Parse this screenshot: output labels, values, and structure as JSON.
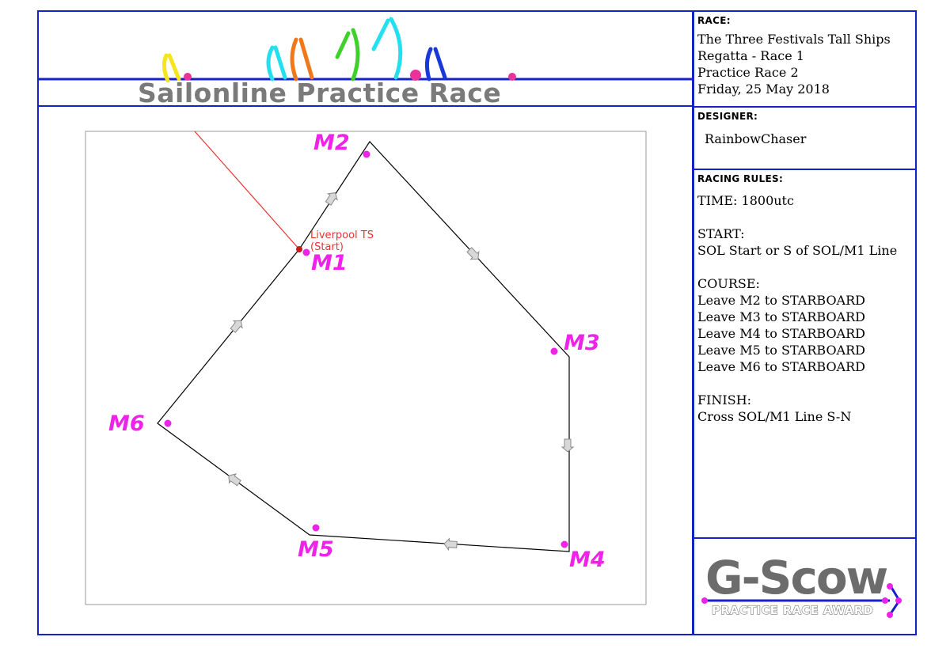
{
  "header": {
    "title": "Sailonline Practice Race"
  },
  "race": {
    "heading": "RACE:",
    "lines": [
      "The Three Festivals Tall Ships",
      "Regatta - Race 1",
      "Practice Race 2",
      "Friday, 25 May 2018"
    ]
  },
  "designer": {
    "heading": "DESIGNER:",
    "name": "RainbowChaser"
  },
  "racing_rules": {
    "heading": "RACING RULES:",
    "time": "TIME: 1800utc",
    "start": [
      "START:",
      "SOL Start or S of SOL/M1 Line"
    ],
    "course": [
      "COURSE:",
      "Leave M2 to STARBOARD",
      "Leave M3 to STARBOARD",
      "Leave M4 to STARBOARD",
      "Leave M5 to STARBOARD",
      "Leave M6 to STARBOARD"
    ],
    "finish": [
      "FINISH:",
      "Cross SOL/M1 Line S-N"
    ]
  },
  "map": {
    "start": {
      "name": "Liverpool TS",
      "note": "(Start)"
    },
    "marks": [
      {
        "id": "m1",
        "label": "M1"
      },
      {
        "id": "m2",
        "label": "M2"
      },
      {
        "id": "m3",
        "label": "M3"
      },
      {
        "id": "m4",
        "label": "M4"
      },
      {
        "id": "m5",
        "label": "M5"
      },
      {
        "id": "m6",
        "label": "M6"
      }
    ],
    "colors": {
      "mark": "#ee22e8",
      "course_line": "#000000",
      "start_line": "#e8332f"
    }
  },
  "award": {
    "title": "G-Scow",
    "subtitle": "PRACTICE RACE AWARD"
  },
  "colors": {
    "frame": "#1621c8",
    "header_title": "#7a7a7a"
  }
}
